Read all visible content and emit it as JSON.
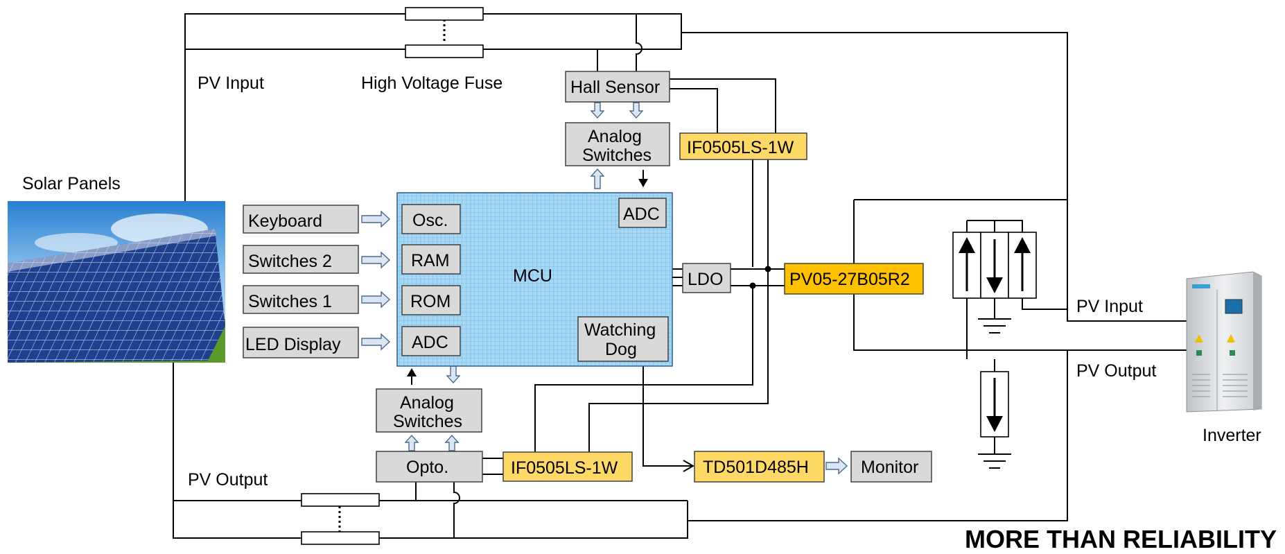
{
  "labels": {
    "solar_panels": "Solar Panels",
    "pv_input_top": "PV Input",
    "high_voltage_fuse": "High Voltage Fuse",
    "pv_output_bottom": "PV Output",
    "pv_input_right": "PV Input",
    "pv_output_right": "PV Output",
    "inverter": "Inverter"
  },
  "blocks": {
    "hall_sensor": "Hall Sensor",
    "analog_switches_top": [
      "Analog",
      "Switches"
    ],
    "if0505_top": "IF0505LS-1W",
    "mcu": "MCU",
    "adc_top": "ADC",
    "osc": "Osc.",
    "ram": "RAM",
    "rom": "ROM",
    "adc_bottom": "ADC",
    "watchdog": [
      "Watching",
      "Dog"
    ],
    "ldo": "LDO",
    "pv05": "PV05-27B05R2",
    "keyboard": "Keyboard",
    "switches2": "Switches 2",
    "switches1": "Switches 1",
    "led_display": "LED Display",
    "analog_switches_bottom": [
      "Analog",
      "Switches"
    ],
    "opto": "Opto.",
    "if0505_bottom": "IF0505LS-1W",
    "td501": "TD501D485H",
    "monitor": "Monitor"
  },
  "tagline": "MORE THAN RELIABILITY",
  "colors": {
    "mcu_fill": "#a9d8f5",
    "mcu_grid": "#5bb4ea",
    "block_gray": "#d9d9d9",
    "block_orange": "#ffd966",
    "block_orange_dark": "#ffc000",
    "tagline": "#2e74c9",
    "hollow_arrow": "#dce6f2"
  }
}
